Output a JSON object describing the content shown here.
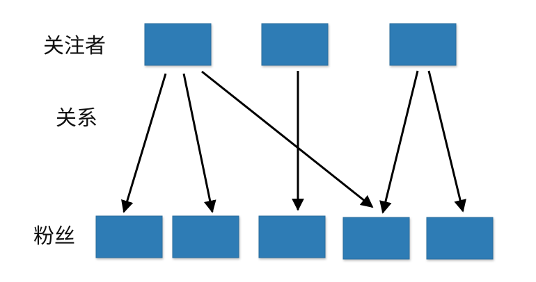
{
  "labels": {
    "followers": "关注者",
    "relation": "关系",
    "fans": "粉丝"
  },
  "colors": {
    "box_fill": "#2f7bb5",
    "box_stroke": "#2a6e9f",
    "arrow": "#000000",
    "background": "#ffffff"
  },
  "diagram": {
    "followers": [
      {
        "id": "f1"
      },
      {
        "id": "f2"
      },
      {
        "id": "f3"
      }
    ],
    "fans": [
      {
        "id": "n1"
      },
      {
        "id": "n2"
      },
      {
        "id": "n3"
      },
      {
        "id": "n4"
      },
      {
        "id": "n5"
      }
    ],
    "edges": [
      {
        "from": "f1",
        "to": "n1"
      },
      {
        "from": "f1",
        "to": "n2"
      },
      {
        "from": "f1",
        "to": "n4"
      },
      {
        "from": "f2",
        "to": "n3"
      },
      {
        "from": "f3",
        "to": "n4"
      },
      {
        "from": "f3",
        "to": "n5"
      }
    ]
  }
}
